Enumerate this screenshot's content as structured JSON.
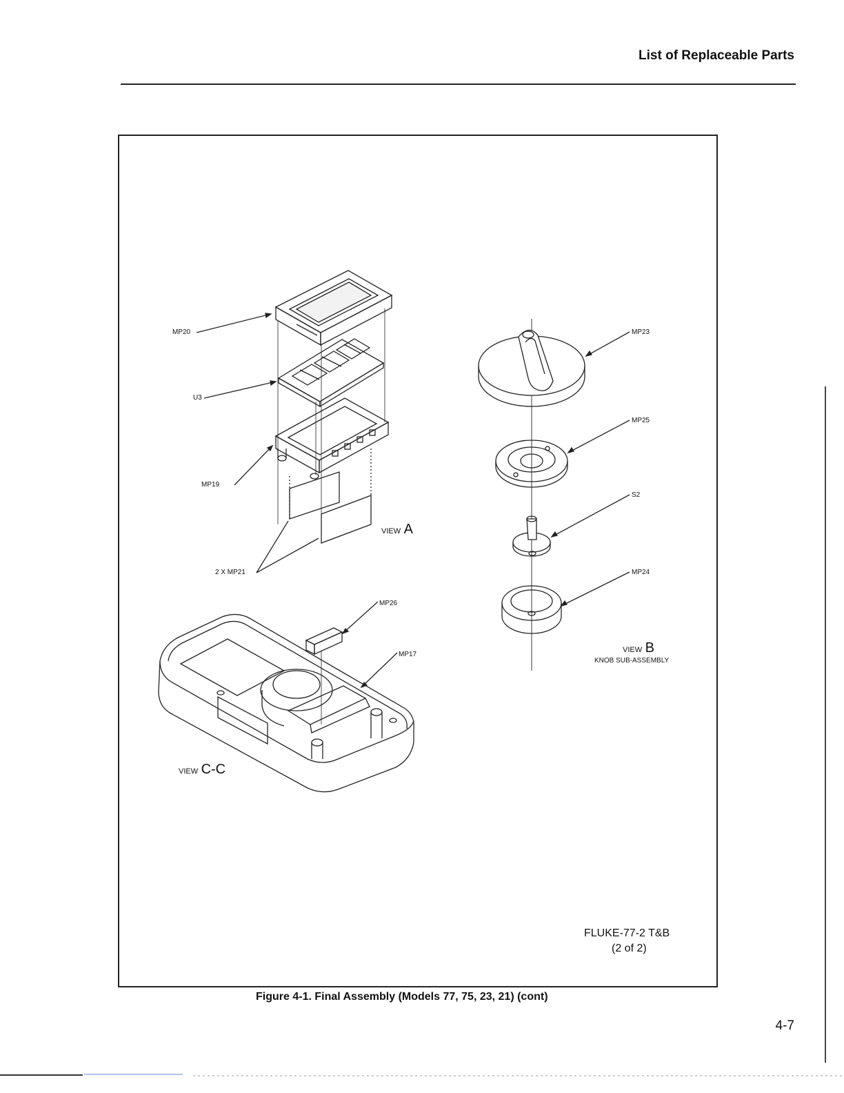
{
  "header": {
    "title": "List of Replaceable Parts"
  },
  "figure": {
    "caption": "Figure 4-1. Final Assembly (Models 77, 75, 23, 21) (cont)",
    "reference_line1": "FLUKE-77-2 T&B",
    "reference_line2": "(2 of 2)"
  },
  "callouts": {
    "mp20": "MP20",
    "u3": "U3",
    "mp19": "MP19",
    "mp21": "2 X MP21",
    "mp23": "MP23",
    "mp25": "MP25",
    "s2": "S2",
    "mp24": "MP24",
    "mp26": "MP26",
    "mp17": "MP17"
  },
  "views": {
    "a_small": "VIEW",
    "a_big": "A",
    "b_small": "VIEW",
    "b_big": "B",
    "b_sub": "KNOB SUB-ASSEMBLY",
    "cc_small": "VIEW",
    "cc_big": "C-C"
  },
  "page_number": "4-7"
}
